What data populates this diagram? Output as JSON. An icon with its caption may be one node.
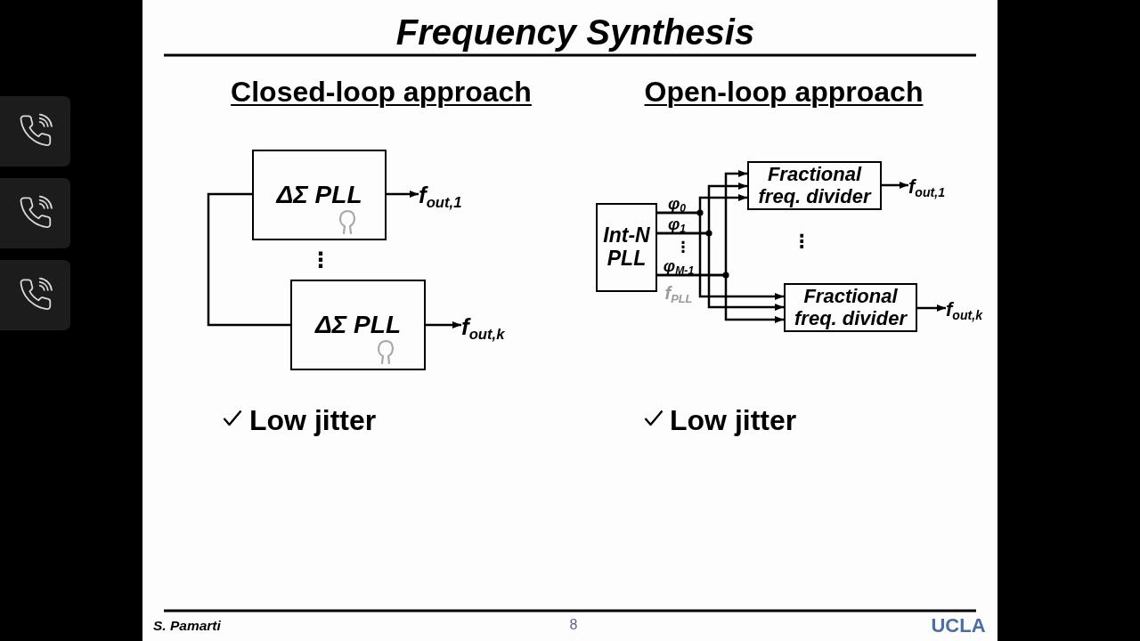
{
  "diagram": {
    "title": "Frequency Synthesis",
    "nodes": [
      {
        "text": [
          "ΔΣ PLL"
        ]
      },
      {
        "text": [
          "f$_{out,1}$"
        ]
      },
      {
        "text": [
          "ΔΣ PLL"
        ]
      },
      {
        "text": [
          "f$_{out,k}$"
        ]
      },
      {
        "text": [
          "Int-N PLL"
        ]
      },
      {
        "text": [
          "Fractional freq. divider"
        ]
      },
      {
        "text": [
          "f$_{out,1}$"
        ]
      },
      {
        "text": [
          "Fractional freq. divider"
        ]
      },
      {
        "text": [
          "f$_{out,k}$"
        ]
      }
    ],
    "edges": [
      {
        "from": 0,
        "to": 1,
        "arrow": "to"
      },
      {
        "from": 2,
        "to": 3,
        "arrow": "to"
      },
      {
        "from": 0,
        "to": 2,
        "arrow": "none"
      },
      {
        "from": 4,
        "to": 5,
        "arrow": "to"
      },
      {
        "from": 4,
        "to": 7,
        "arrow": "to"
      },
      {
        "from": 4,
        "to": 5,
        "arrow": "to"
      },
      {
        "from": 4,
        "to": 7,
        "arrow": "to"
      },
      {
        "from": 4,
        "to": 5,
        "arrow": "to"
      },
      {
        "from": 4,
        "to": 7,
        "arrow": "to"
      },
      {
        "from": 5,
        "to": 6,
        "arrow": "to"
      },
      {
        "from": 7,
        "to": 8,
        "arrow": "to"
      }
    ],
    "labels": [
      "Closed-loop approach",
      "Open-loop approach",
      "⋮",
      "φ$_{0}$",
      "φ$_{1}$",
      "⋮",
      "φ$_{M-1}$",
      "f$_{PLL}$",
      "⋮",
      "Low jitter",
      "Low jitter",
      "S. Pamarti",
      "8",
      "UCLA"
    ]
  }
}
